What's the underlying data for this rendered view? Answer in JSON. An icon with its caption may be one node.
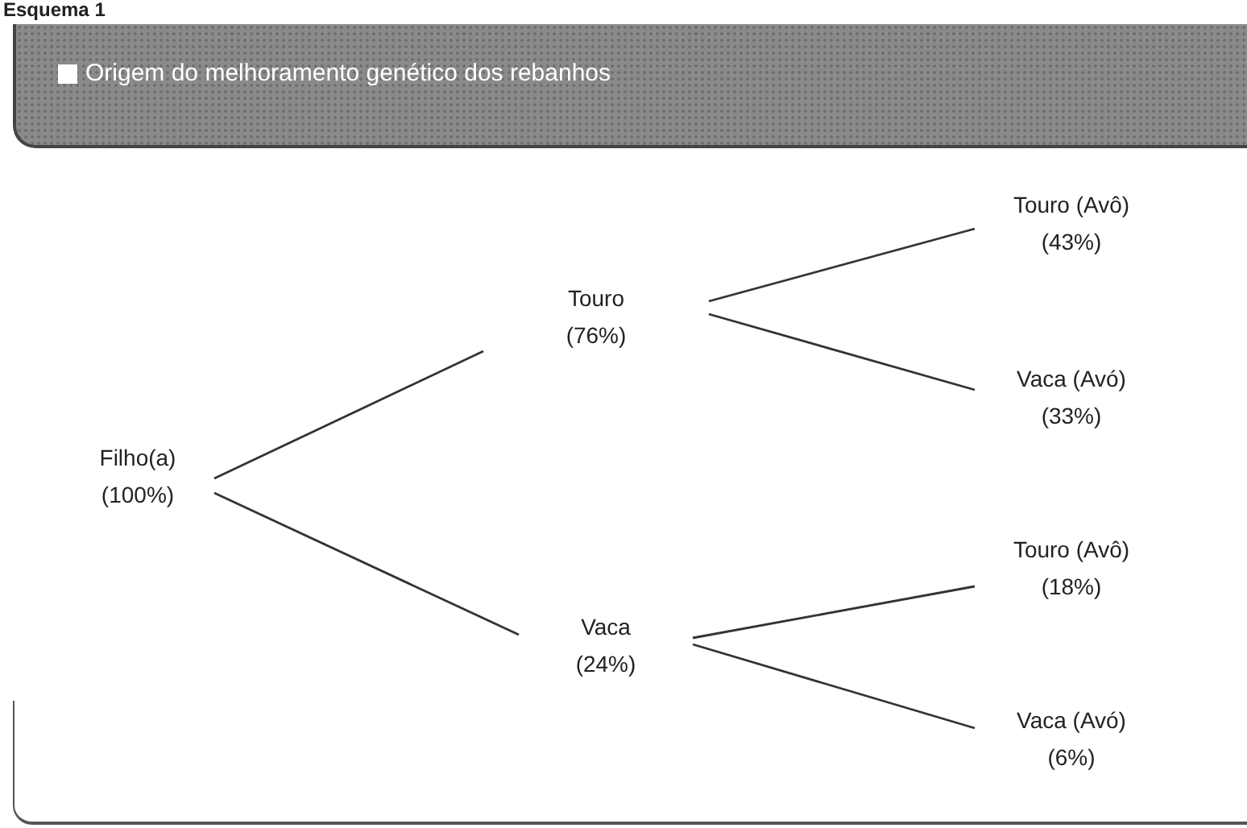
{
  "diagram": {
    "title": "Origem do melhoramento genético dos rebanhos",
    "nodes": [
      {
        "text": [
          "Filho(a)",
          "(100%)"
        ]
      },
      {
        "text": [
          "Touro",
          "(76%)"
        ]
      },
      {
        "text": [
          "Vaca",
          "(24%)"
        ]
      },
      {
        "text": [
          "Touro (Avô)",
          "(43%)"
        ]
      },
      {
        "text": [
          "Vaca (Avó)",
          "(33%)"
        ]
      },
      {
        "text": [
          "Touro (Avô)",
          "(18%)"
        ]
      },
      {
        "text": [
          "Vaca (Avó)",
          "(6%)"
        ]
      }
    ],
    "edges": [
      {
        "from": 0,
        "to": 1,
        "arrow": "none"
      },
      {
        "from": 0,
        "to": 2,
        "arrow": "none"
      },
      {
        "from": 1,
        "to": 3,
        "arrow": "none"
      },
      {
        "from": 1,
        "to": 4,
        "arrow": "none"
      },
      {
        "from": 2,
        "to": 5,
        "arrow": "none"
      },
      {
        "from": 2,
        "to": 6,
        "arrow": "none"
      }
    ],
    "labels": [
      "Esquema 1"
    ]
  }
}
